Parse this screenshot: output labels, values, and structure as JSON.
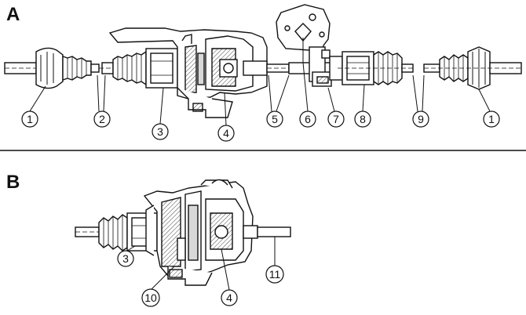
{
  "panels": {
    "a": {
      "letter": "A"
    },
    "b": {
      "letter": "B"
    }
  },
  "callouts": {
    "a": [
      "1",
      "2",
      "3",
      "4",
      "5",
      "6",
      "7",
      "8",
      "9",
      "1"
    ],
    "b": [
      "3",
      "10",
      "4",
      "11"
    ]
  },
  "colors": {
    "ink": "#111111",
    "background": "#ffffff",
    "fill_gray": "#d8d8d8"
  }
}
